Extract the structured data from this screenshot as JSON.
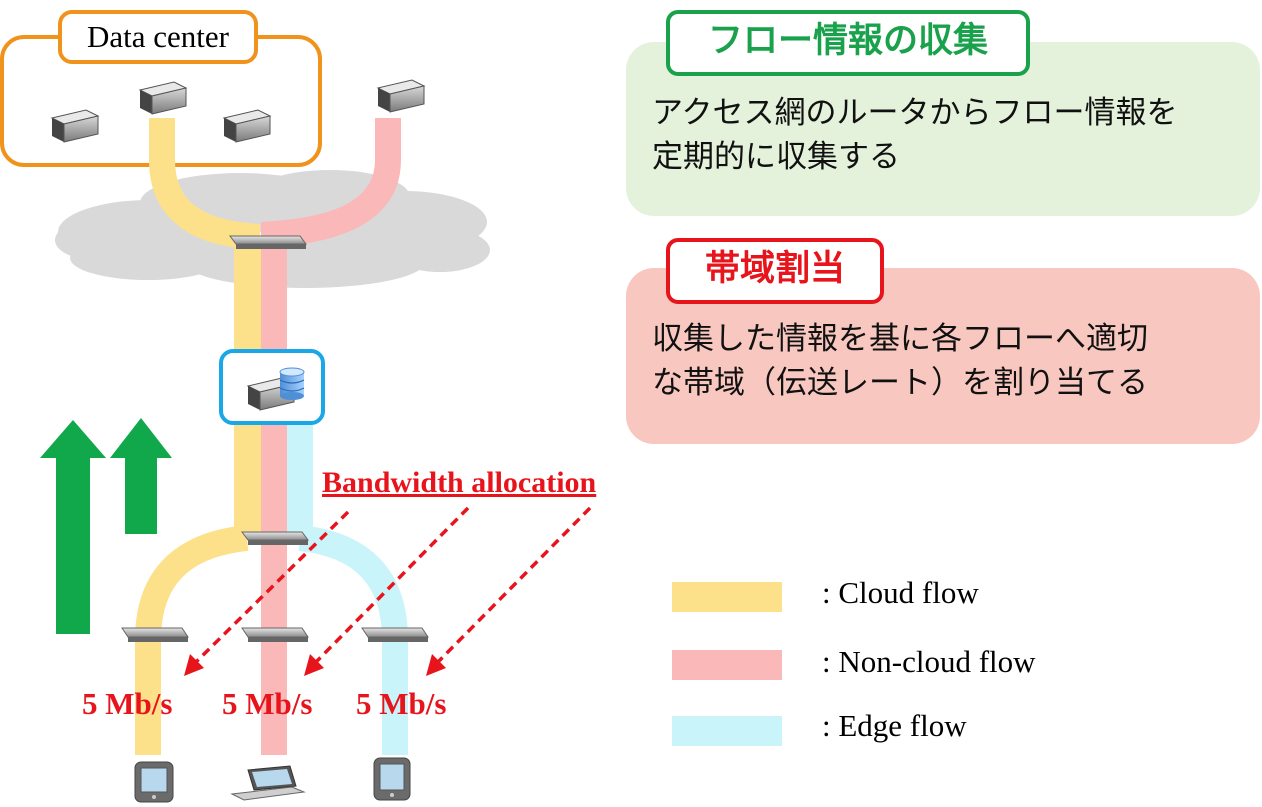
{
  "data_center": {
    "label": "Data center"
  },
  "collection": {
    "badge": "フロー情報の収集",
    "lines": [
      "アクセス網のルータからフロー情報を",
      "定期的に収集する"
    ]
  },
  "allocation": {
    "badge": "帯域割当",
    "lines": [
      "収集した情報を基に各フローへ適切",
      "な帯域（伝送レート）を割り当てる"
    ]
  },
  "bandwidth_label": "Bandwidth allocation",
  "rates": [
    "5 Mb/s",
    "5 Mb/s",
    "5 Mb/s"
  ],
  "legend": [
    {
      "label": ": Cloud flow",
      "color": "#fde08a"
    },
    {
      "label": ": Non-cloud flow",
      "color": "#fbb8b8"
    },
    {
      "label": ": Edge flow",
      "color": "#c8f4fa"
    }
  ],
  "colors": {
    "cloud": "#fde08a",
    "noncloud": "#fbb8b8",
    "edge": "#c8f4fa",
    "arrow_green": "#10a84a",
    "alloc_red": "#e8141c",
    "dc_border": "#f0931c",
    "server_border": "#1aa7e8"
  }
}
